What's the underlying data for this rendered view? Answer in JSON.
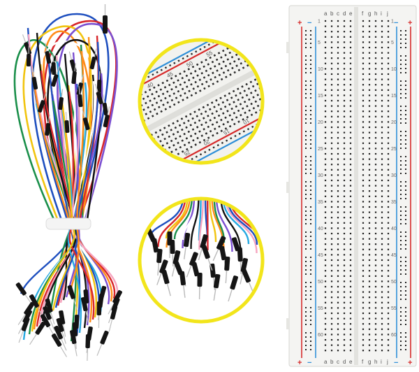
{
  "breadboard": {
    "column_letters_left": [
      "a",
      "b",
      "c",
      "d",
      "e"
    ],
    "column_letters_right": [
      "f",
      "g",
      "h",
      "i",
      "j"
    ],
    "row_numbers": [
      "1",
      "5",
      "10",
      "15",
      "20",
      "25",
      "30",
      "35",
      "40",
      "45",
      "50",
      "55",
      "60"
    ],
    "rail_plus": "+",
    "rail_minus": "−",
    "colors": {
      "body": "#f4f4f2",
      "hole": "#222222",
      "red_rail": "#d62b2b",
      "blue_rail": "#2f8fd8"
    }
  },
  "zoom_top": {
    "numbers": [
      "40",
      "45",
      "50",
      "55",
      "60",
      "30",
      "25",
      "20",
      "15",
      "10"
    ],
    "rail_plus": "+",
    "rail_minus": "−",
    "ring_color": "#f2e51b"
  },
  "zoom_bottom": {
    "ring_color": "#f2e51b"
  },
  "jumper_wires": {
    "colors": [
      "#1e4fbf",
      "#d7262b",
      "#f1c40f",
      "#ff8c1a",
      "#1a8f4a",
      "#7b4fd1",
      "#ffffff",
      "#111111",
      "#27a9e1",
      "#f6a5c0"
    ],
    "tie_color": "#f4f4f4"
  }
}
